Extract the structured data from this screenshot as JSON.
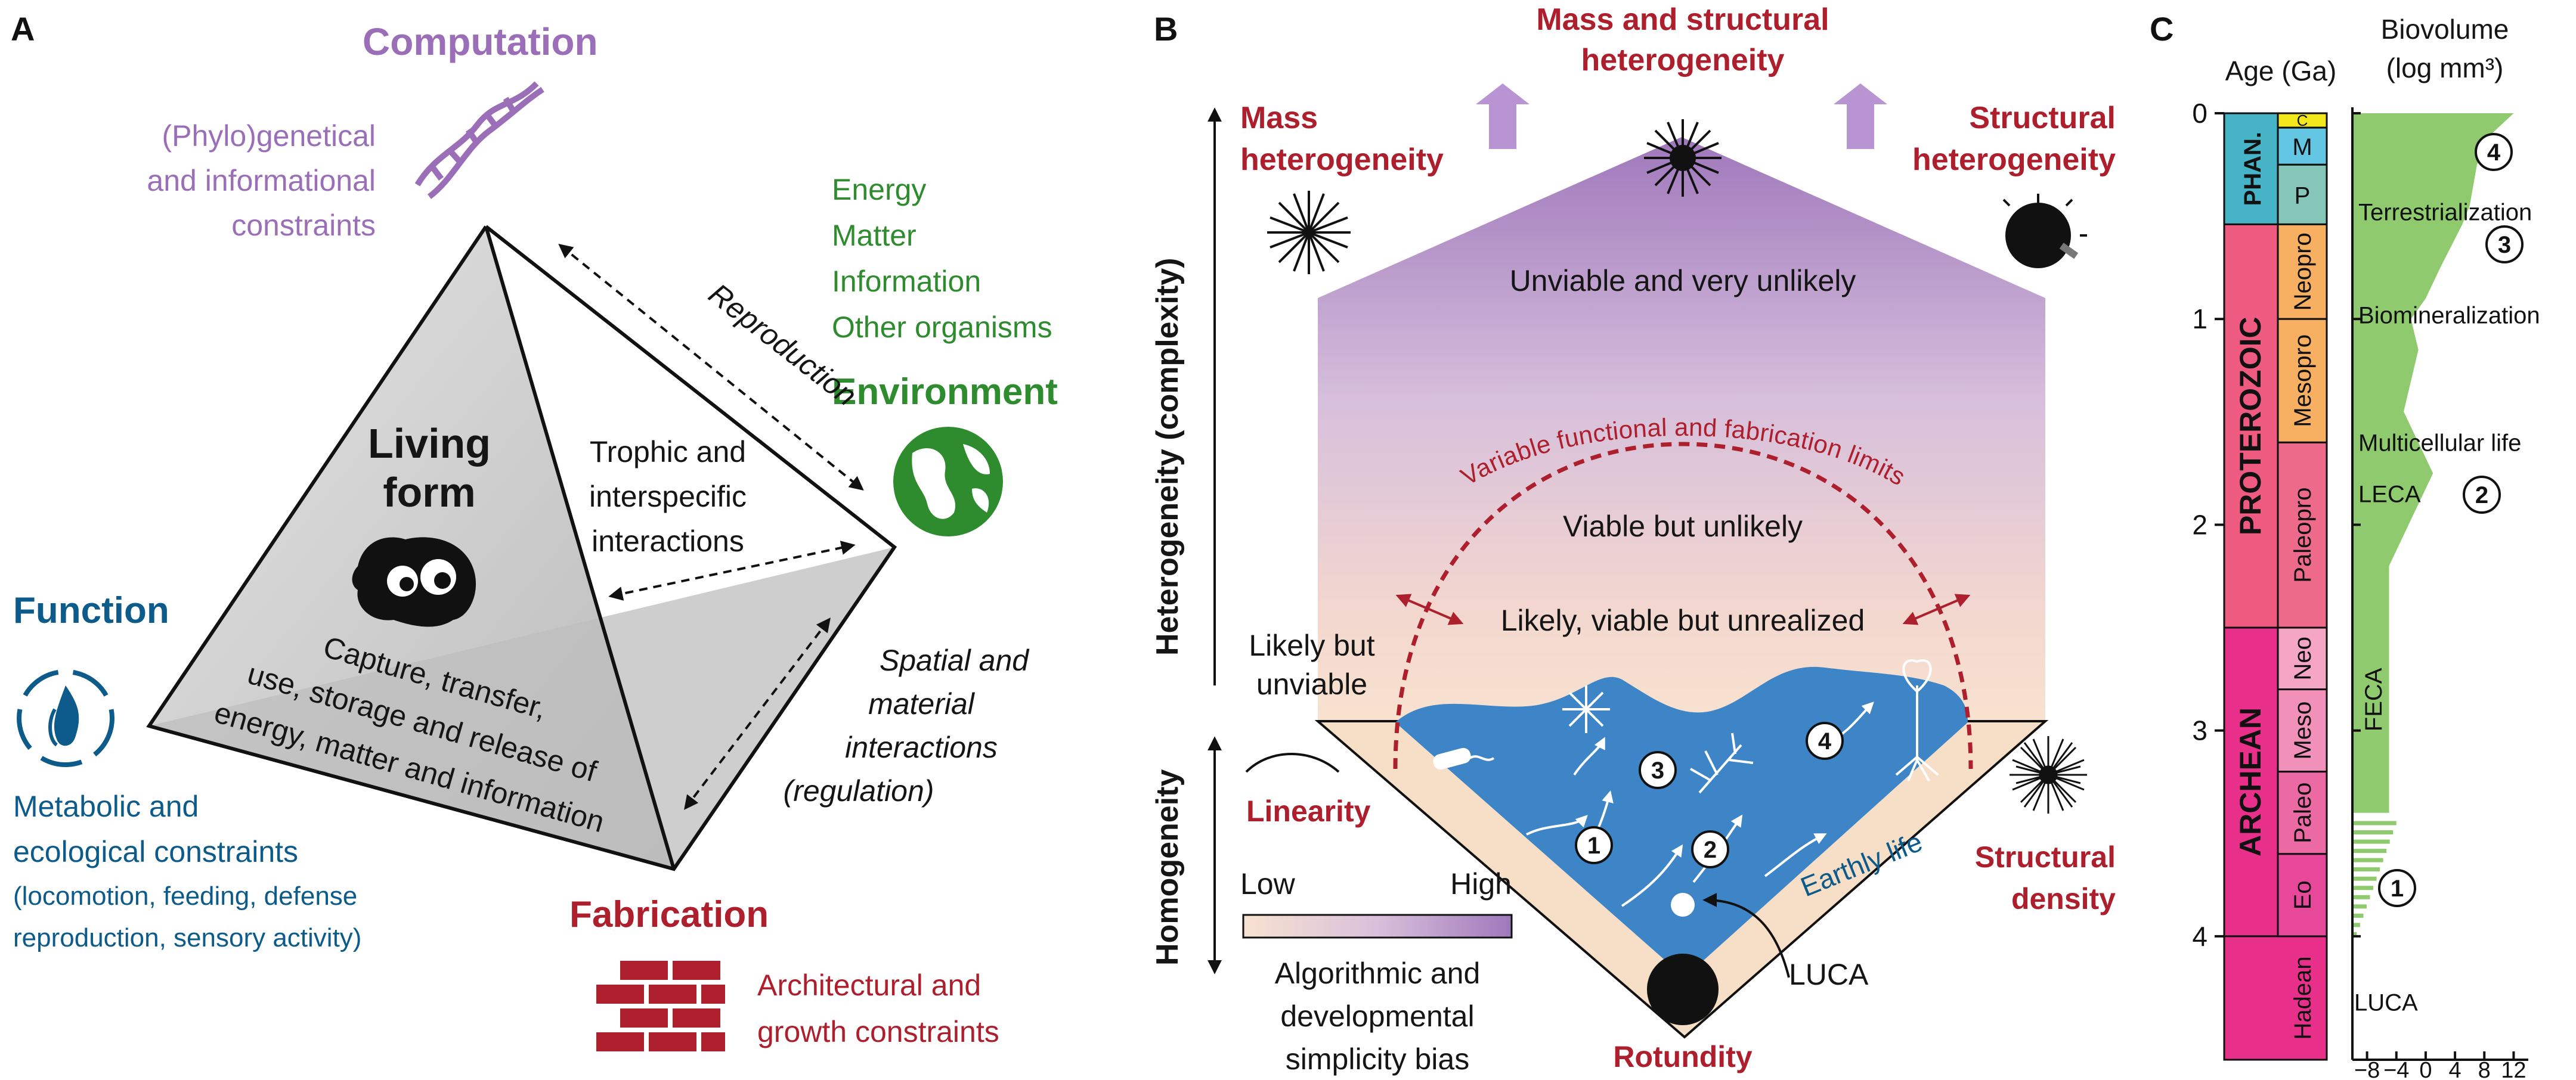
{
  "panelA": {
    "letter": "A",
    "computation": {
      "title": "Computation",
      "constraints": [
        "(Phylo)genetical",
        "and informational",
        "constraints"
      ]
    },
    "environment": {
      "title": "Environment",
      "items": [
        "Energy",
        "Matter",
        "Information",
        "Other organisms"
      ]
    },
    "function": {
      "title": "Function",
      "constraints": [
        "Metabolic and",
        "ecological constraints",
        "(locomotion, feeding, defense",
        "reproduction, sensory activity)"
      ]
    },
    "fabrication": {
      "title": "Fabrication",
      "constraints": [
        "Architectural and",
        "growth constraints"
      ]
    },
    "living_form": [
      "Living",
      "form"
    ],
    "capture_text": [
      "Capture, transfer,",
      "use, storage and release of",
      "energy, matter and information"
    ],
    "reproduction": "Reproduction",
    "trophic": [
      "Trophic and",
      "interspecific",
      "interactions"
    ],
    "spatial": [
      "Spatial and",
      "material",
      "interactions",
      "(regulation)"
    ],
    "colors": {
      "computation": "#9b6fb8",
      "environment": "#2e8b2e",
      "function": "#0d5b8a",
      "fabrication": "#ad1f2c"
    }
  },
  "panelB": {
    "letter": "B",
    "top_title": [
      "Mass and structural",
      "heterogeneity"
    ],
    "mass_het": [
      "Mass",
      "heterogeneity"
    ],
    "struct_het": [
      "Structural",
      "heterogeneity"
    ],
    "y_axis_upper": "Heterogeneity (complexity)",
    "y_axis_lower": "Homogeneity",
    "unviable": "Unviable and very unlikely",
    "variable_limits": "Variable functional and fabrication limits",
    "viable_unlikely": "Viable but unlikely",
    "likely_viable": "Likely, viable but unrealized",
    "likely_unviable": [
      "Likely but",
      "unviable"
    ],
    "linearity": "Linearity",
    "structural_density": [
      "Structural",
      "density"
    ],
    "rotundity": "Rotundity",
    "earthly_life": "Earthly life",
    "luca": "LUCA",
    "markers": [
      "1",
      "2",
      "3",
      "4"
    ],
    "legend_low": "Low",
    "legend_high": "High",
    "legend_caption": [
      "Algorithmic and",
      "developmental",
      "simplicity bias"
    ]
  },
  "panelC": {
    "letter": "C",
    "age_label": "Age (Ga)",
    "biovolume_label": [
      "Biovolume",
      "(log mm³)"
    ],
    "age_ticks": [
      "0",
      "1",
      "2",
      "3",
      "4"
    ],
    "x_ticks": [
      "−8",
      "−4",
      "0",
      "4",
      "8",
      "12"
    ],
    "eons": [
      {
        "name": "PHAN.",
        "from": 0,
        "to": 0.54,
        "color": "#46b3c6"
      },
      {
        "name": "PROTEROZOIC",
        "from": 0.54,
        "to": 2.5,
        "color": "#ee5a80"
      },
      {
        "name": "ARCHEAN",
        "from": 2.5,
        "to": 4.0,
        "color": "#e8308a"
      },
      {
        "name": "Hadean",
        "from": 4.0,
        "to": 4.6,
        "color": "#e8308a"
      }
    ],
    "eras": [
      {
        "name": "C",
        "from": 0,
        "to": 0.07,
        "color": "#f2e81b"
      },
      {
        "name": "M",
        "from": 0.07,
        "to": 0.25,
        "color": "#63c7e3"
      },
      {
        "name": "P",
        "from": 0.25,
        "to": 0.54,
        "color": "#86c6b8"
      },
      {
        "name": "Neopro",
        "from": 0.54,
        "to": 1.0,
        "color": "#f7b061"
      },
      {
        "name": "Mesopro",
        "from": 1.0,
        "to": 1.6,
        "color": "#f7b061"
      },
      {
        "name": "Paleopro",
        "from": 1.6,
        "to": 2.5,
        "color": "#ee6a8a"
      },
      {
        "name": "Neo",
        "from": 2.5,
        "to": 2.8,
        "color": "#f5a6c4"
      },
      {
        "name": "Meso",
        "from": 2.8,
        "to": 3.2,
        "color": "#f190b8"
      },
      {
        "name": "Paleo",
        "from": 3.2,
        "to": 3.6,
        "color": "#ec6aa4"
      },
      {
        "name": "Eo",
        "from": 3.6,
        "to": 4.0,
        "color": "#e8489a"
      }
    ],
    "events": [
      {
        "label": "Terrestrialization",
        "marker": "4"
      },
      {
        "label": "Biomineralization",
        "marker": "3"
      },
      {
        "label": "Multicellular life",
        "marker": ""
      },
      {
        "label": "LECA",
        "marker": "2"
      },
      {
        "label": "FECA",
        "marker": ""
      },
      {
        "label": "",
        "marker": "1"
      },
      {
        "label": "LUCA",
        "marker": ""
      }
    ],
    "biovolume_curve": {
      "age_ga": [
        0.0,
        0.1,
        0.25,
        0.45,
        0.54,
        0.75,
        0.9,
        1.0,
        1.15,
        1.3,
        1.45,
        1.6,
        1.75,
        1.9,
        2.05,
        2.2,
        2.6,
        3.0,
        3.4
      ],
      "max_log_mm3": [
        12,
        9,
        7,
        6,
        5,
        2,
        0,
        -2,
        -1,
        -2,
        -3,
        -1,
        1,
        -1,
        -3,
        -5,
        -5,
        -5,
        -5
      ]
    },
    "fill_color": "#8fcb6e"
  }
}
